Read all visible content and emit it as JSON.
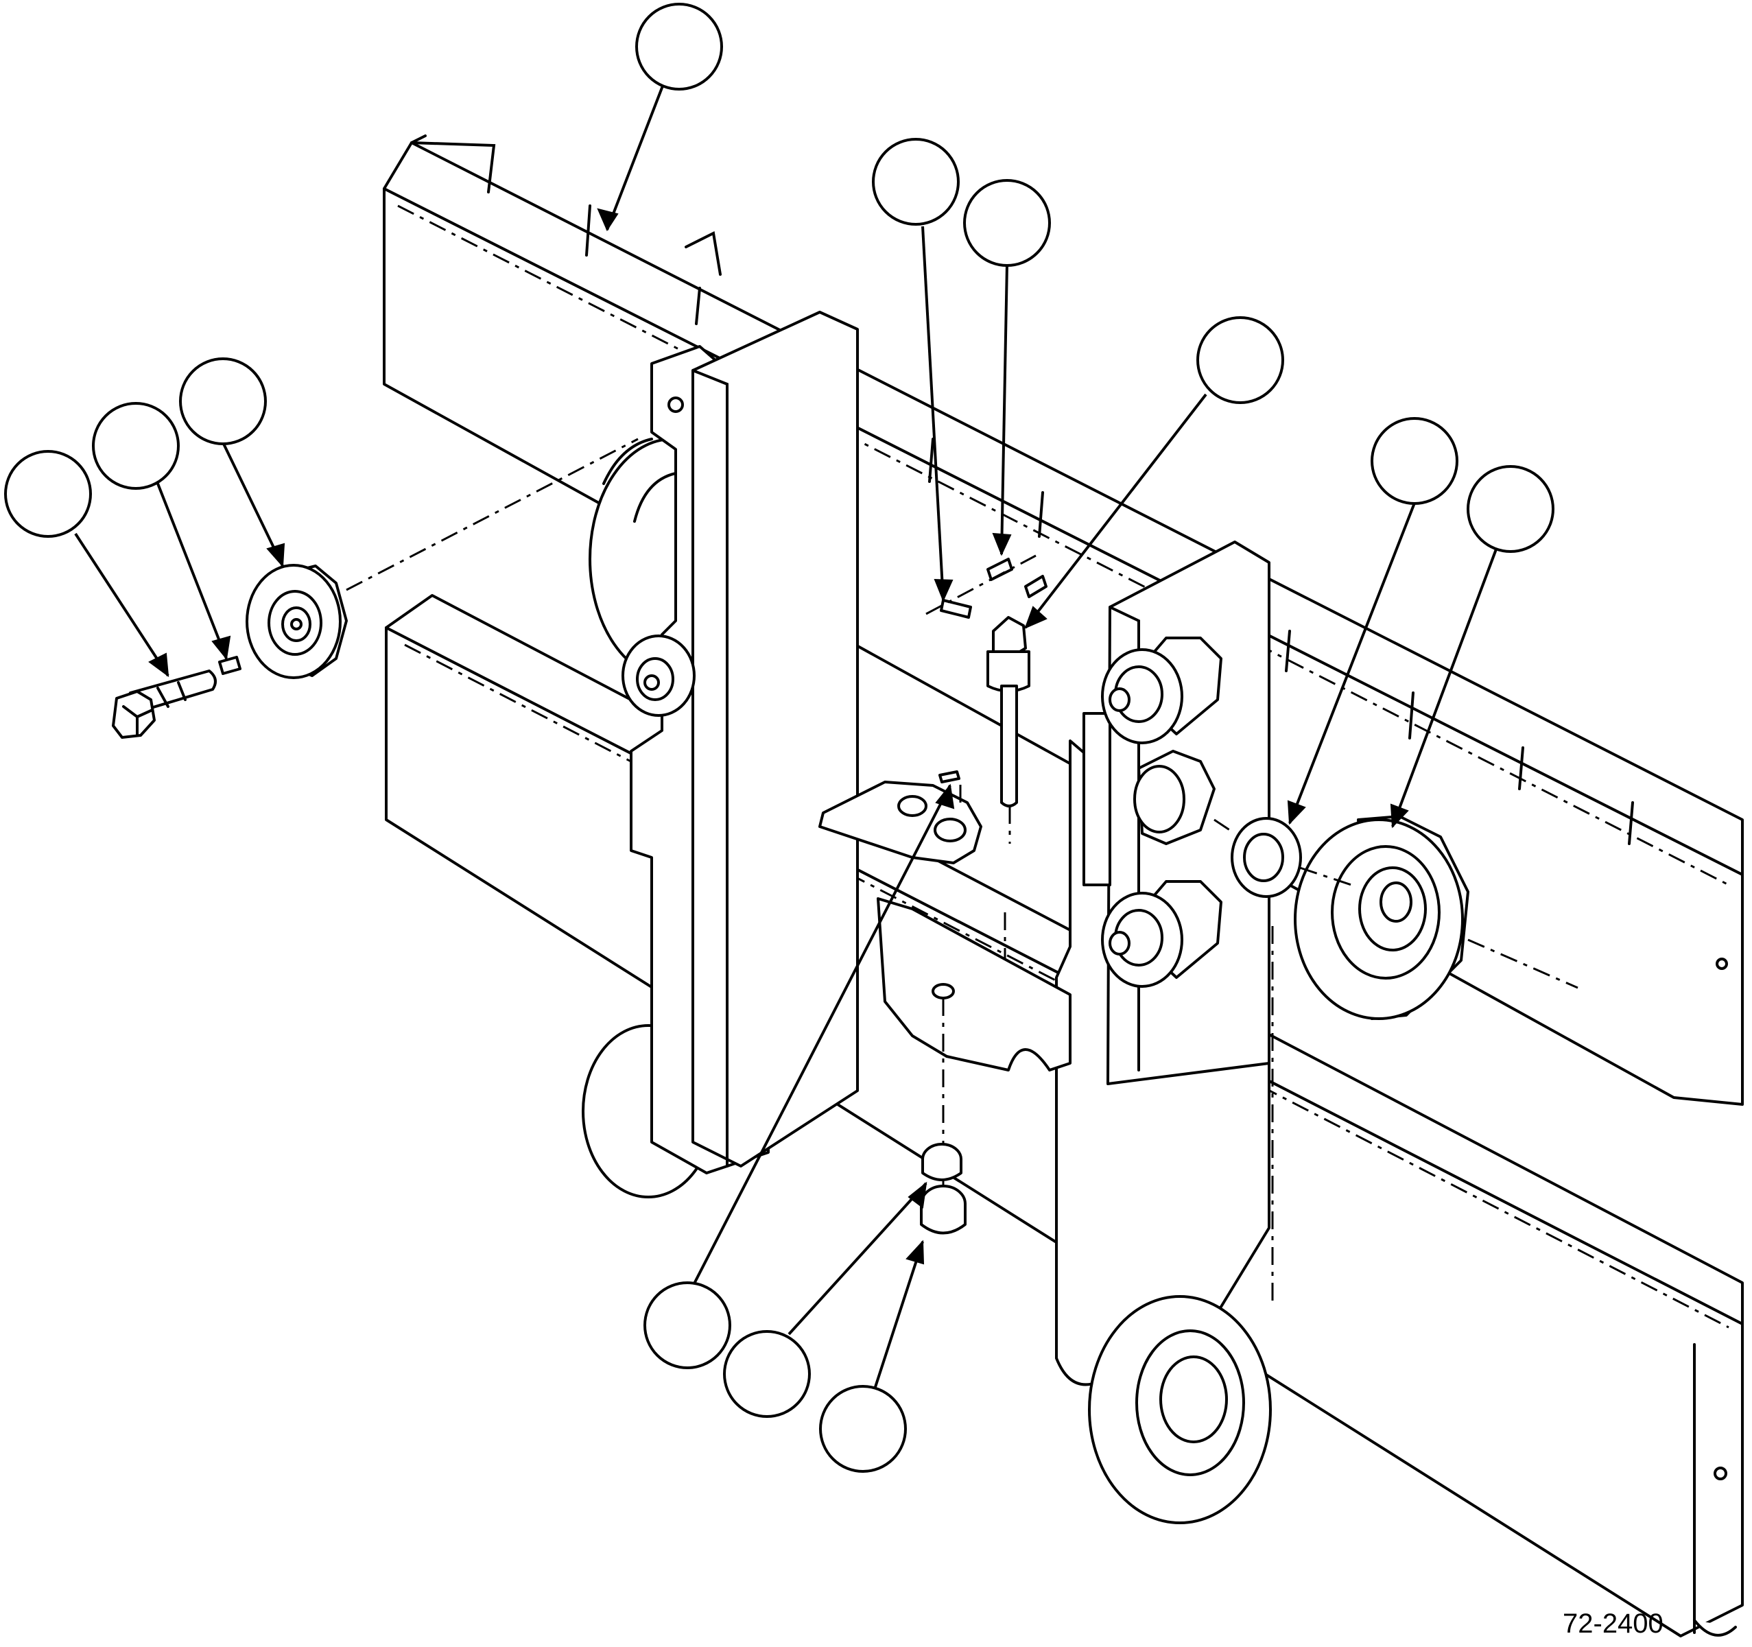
{
  "figure": {
    "number": "72-2400",
    "ink_color": "#000000",
    "paper_color": "#ffffff"
  },
  "callouts": [
    {
      "id": "callout-top-rail-notch",
      "label": ""
    },
    {
      "id": "callout-pin-left",
      "label": ""
    },
    {
      "id": "callout-pin-right",
      "label": ""
    },
    {
      "id": "callout-stud",
      "label": ""
    },
    {
      "id": "callout-bolt",
      "label": ""
    },
    {
      "id": "callout-lock-washer",
      "label": ""
    },
    {
      "id": "callout-small-roller",
      "label": ""
    },
    {
      "id": "callout-thrust-washer",
      "label": ""
    },
    {
      "id": "callout-large-roller",
      "label": ""
    },
    {
      "id": "callout-plate",
      "label": ""
    },
    {
      "id": "callout-upper-nut",
      "label": ""
    },
    {
      "id": "callout-lower-nut",
      "label": ""
    }
  ]
}
